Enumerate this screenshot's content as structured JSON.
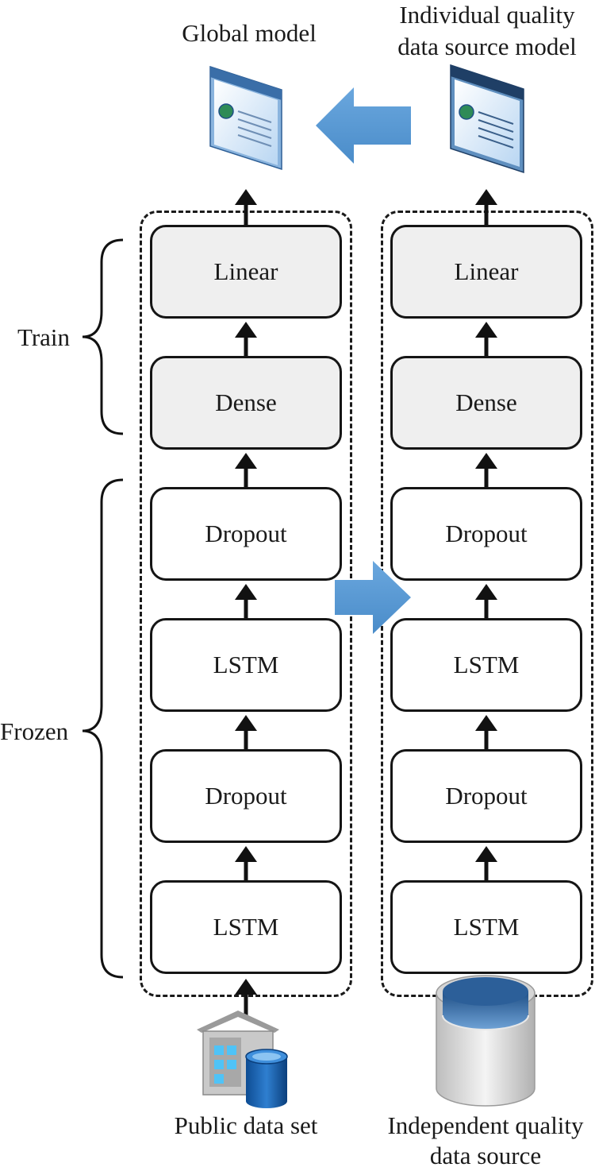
{
  "labels": {
    "global_model": "Global model",
    "individual_model_line1": "Individual quality",
    "individual_model_line2": "data source model",
    "train": "Train",
    "frozen": "Frozen",
    "public_data_set": "Public data set",
    "independent_line1": "Independent quality",
    "independent_line2": "data source"
  },
  "left_stack": [
    "Linear",
    "Dense",
    "Dropout",
    "LSTM",
    "Dropout",
    "LSTM"
  ],
  "right_stack": [
    "Linear",
    "Dense",
    "Dropout",
    "LSTM",
    "Dropout",
    "LSTM"
  ],
  "colors": {
    "arrow_blue": "#5b9bd5",
    "train_fill": "#efefef",
    "frozen_fill": "#ffffff",
    "stroke": "#151515"
  },
  "icons": {
    "global_model": "window-icon",
    "individual_model": "window-icon",
    "public_data_set": "warehouse-database-icon",
    "independent_data_source": "database-cylinder-icon"
  }
}
